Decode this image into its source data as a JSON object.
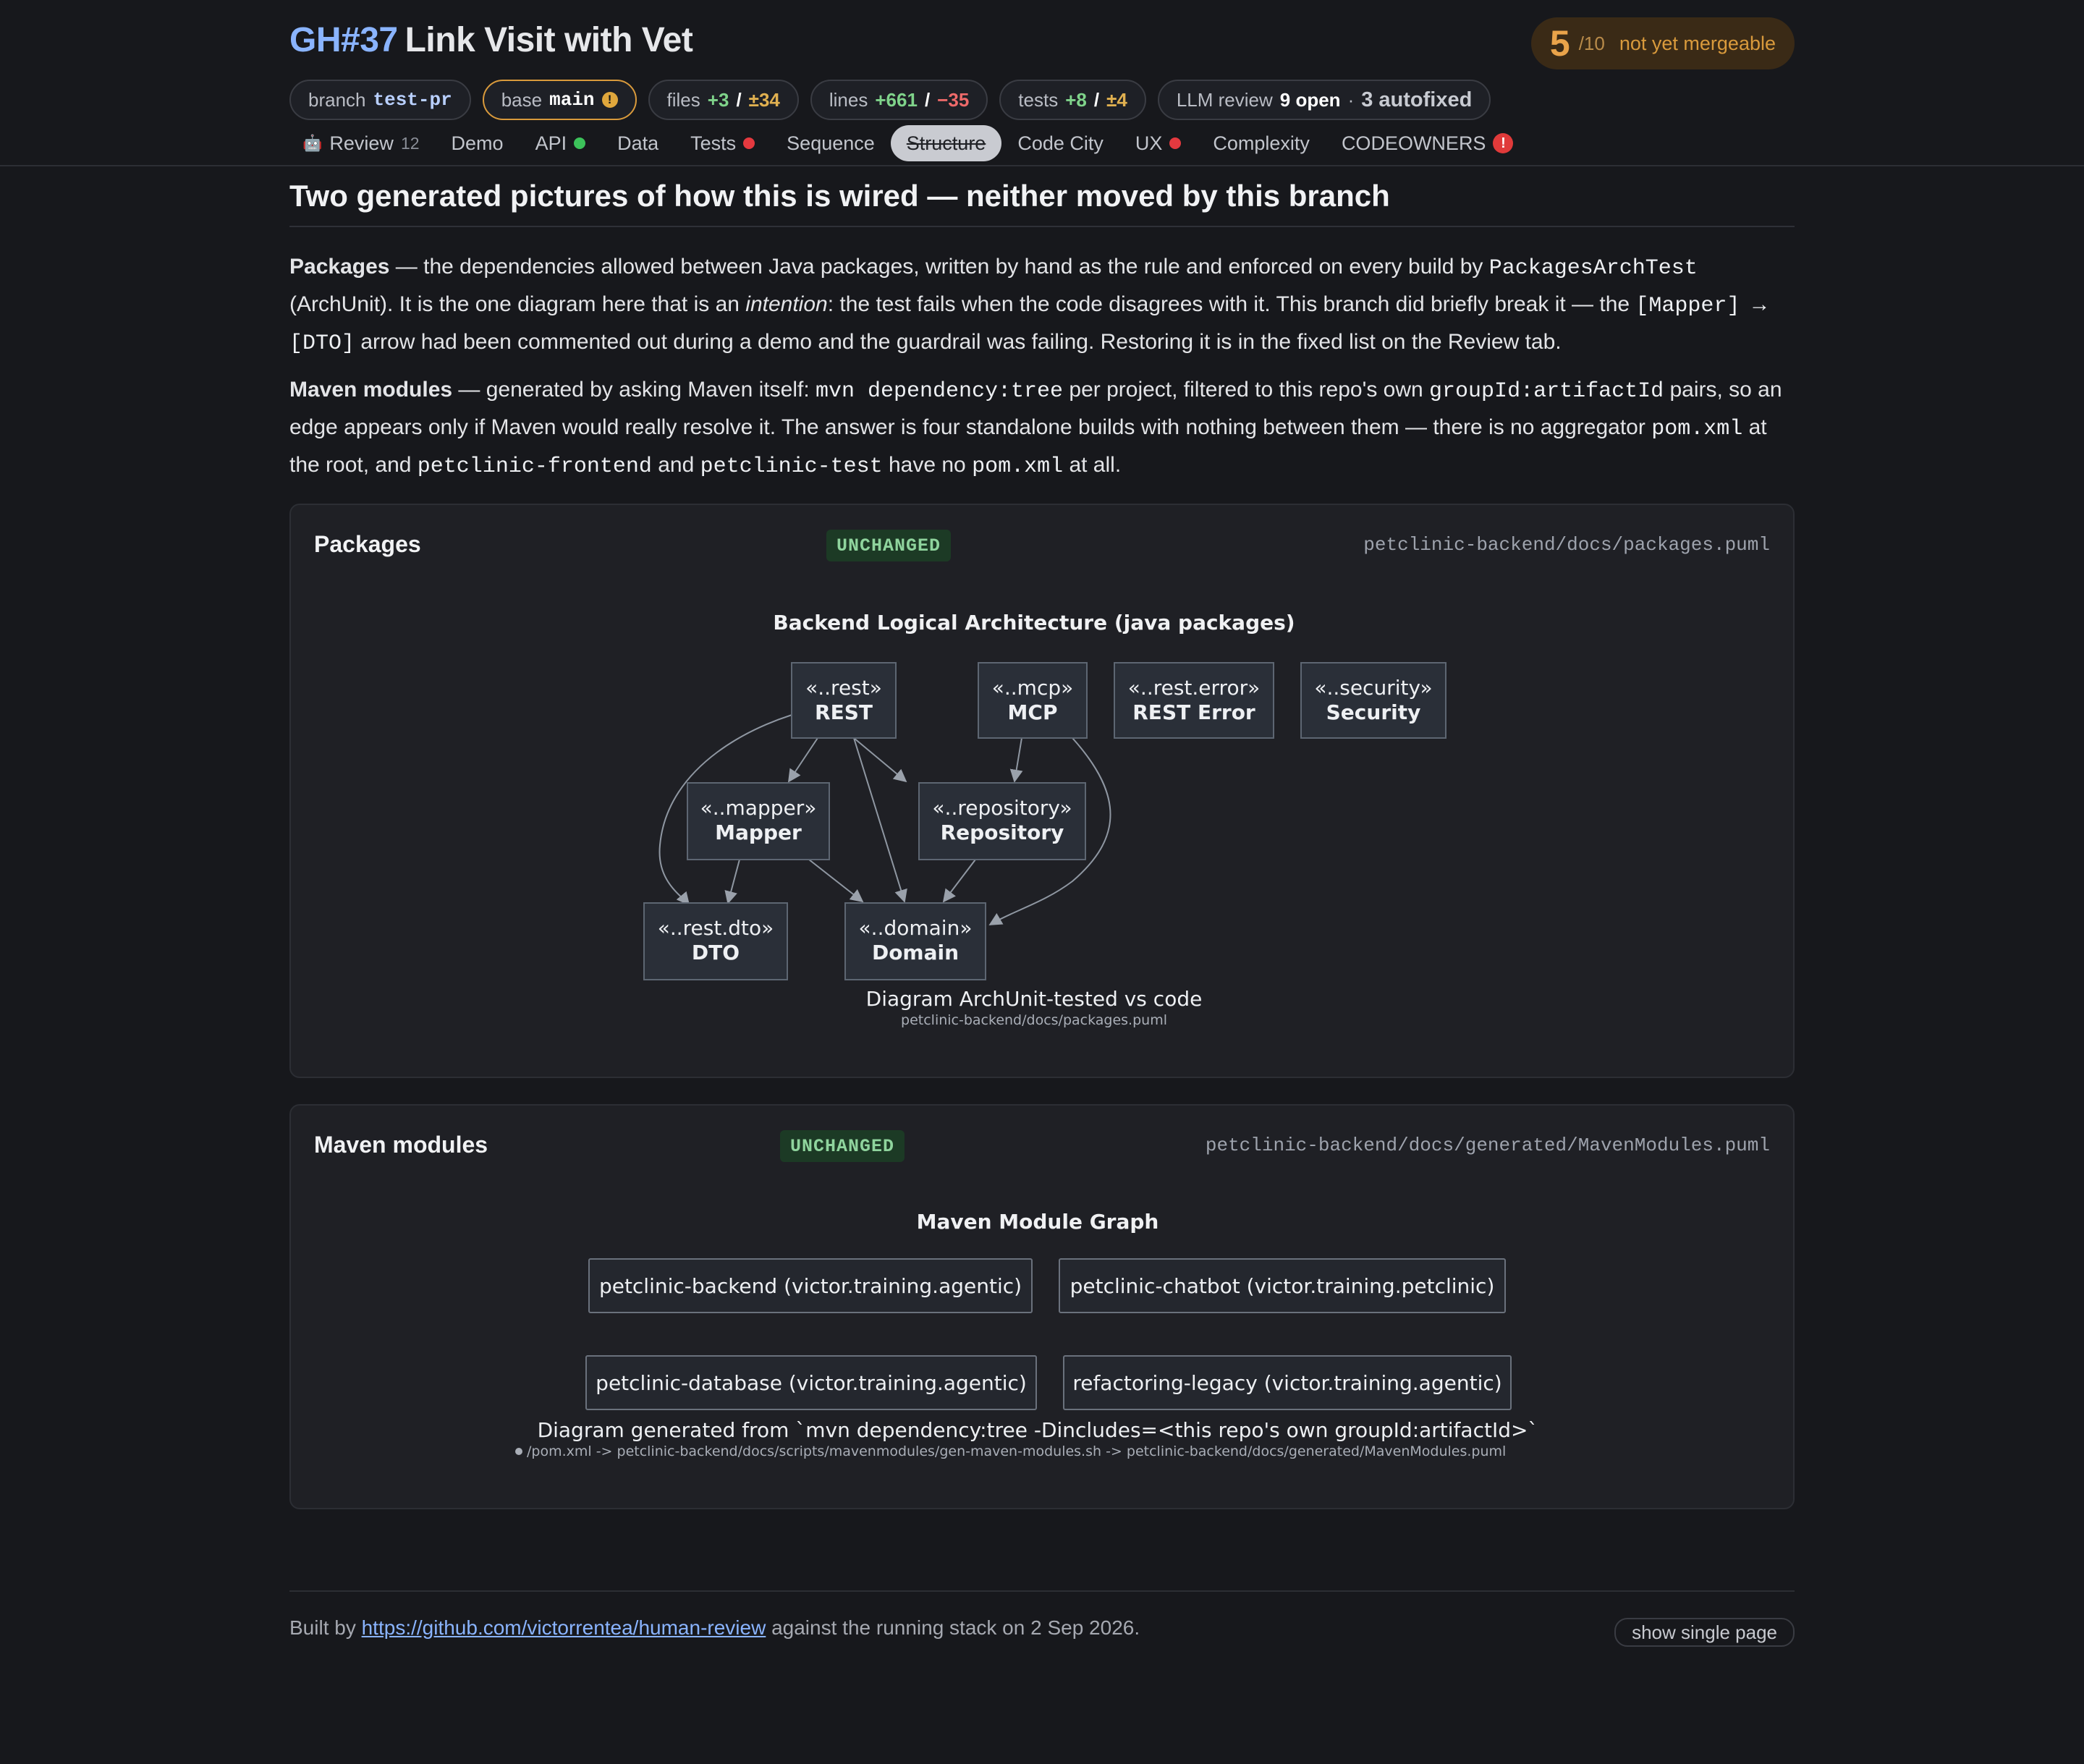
{
  "header": {
    "pr_number": "GH#37",
    "pr_title": "Link Visit with Vet",
    "score": "5",
    "score_of": "/10",
    "score_status": "not yet mergeable"
  },
  "chips": {
    "branch_label": "branch",
    "branch_value": "test-pr",
    "base_label": "base",
    "base_value": "main",
    "base_warn_icon": "!",
    "files_label": "files",
    "files_added": "+3",
    "files_sep": "/",
    "files_changed": "±34",
    "lines_label": "lines",
    "lines_added": "+661",
    "lines_sep": "/",
    "lines_removed": "−35",
    "tests_label": "tests",
    "tests_added": "+8",
    "tests_sep": "/",
    "tests_changed": "±4",
    "llm_label": "LLM review",
    "llm_open": "9 open",
    "llm_sep": "·",
    "llm_autofixed": "3 autofixed"
  },
  "tabs": {
    "review": "Review",
    "review_count": "12",
    "demo": "Demo",
    "api": "API",
    "data": "Data",
    "tests": "Tests",
    "sequence": "Sequence",
    "structure": "Structure",
    "code_city": "Code City",
    "ux": "UX",
    "complexity": "Complexity",
    "codeowners": "CODEOWNERS",
    "codeowners_alert": "!"
  },
  "main": {
    "heading": "Two generated pictures of how this is wired — neither moved by this branch",
    "p1": {
      "lead": "Packages",
      "t1": " — the dependencies allowed between Java packages, written by hand as the rule and enforced on every build by ",
      "code1": "PackagesArchTest",
      "t2": " (ArchUnit). It is the one diagram here that is an ",
      "em": "intention",
      "t3": ": the test fails when the code disagrees with it. This branch did briefly break it — the ",
      "code2": "[Mapper] → [DTO]",
      "t4": " arrow had been commented out during a demo and the guardrail was failing. Restoring it is in the fixed list on the Review tab."
    },
    "p2": {
      "lead": "Maven modules",
      "t1": " — generated by asking Maven itself: ",
      "code1": "mvn dependency:tree",
      "t2": " per project, filtered to this repo's own ",
      "code2": "groupId:artifactId",
      "t3": " pairs, so an edge appears only if Maven would really resolve it. The answer is four standalone builds with nothing between them — there is no aggregator ",
      "code3": "pom.xml",
      "t4": " at the root, and ",
      "code4": "petclinic-frontend",
      "t5": " and ",
      "code5": "petclinic-test",
      "t6": " have no ",
      "code6": "pom.xml",
      "t7": " at all."
    }
  },
  "packages_card": {
    "title": "Packages",
    "badge": "UNCHANGED",
    "path": "petclinic-backend/docs/packages.puml",
    "diagram_title": "Backend Logical Architecture (java packages)",
    "nodes": [
      {
        "stereo": "«..rest»",
        "name": "REST"
      },
      {
        "stereo": "«..mcp»",
        "name": "MCP"
      },
      {
        "stereo": "«..rest.error»",
        "name": "REST Error"
      },
      {
        "stereo": "«..security»",
        "name": "Security"
      },
      {
        "stereo": "«..mapper»",
        "name": "Mapper"
      },
      {
        "stereo": "«..repository»",
        "name": "Repository"
      },
      {
        "stereo": "«..rest.dto»",
        "name": "DTO"
      },
      {
        "stereo": "«..domain»",
        "name": "Domain"
      }
    ],
    "caption": "Diagram ArchUnit-tested vs code",
    "subcaption": "petclinic-backend/docs/packages.puml"
  },
  "maven_card": {
    "title": "Maven modules",
    "badge": "UNCHANGED",
    "path": "petclinic-backend/docs/generated/MavenModules.puml",
    "diagram_title": "Maven Module Graph",
    "modules": [
      "petclinic-backend (victor.training.agentic)",
      "petclinic-chatbot (victor.training.petclinic)",
      "petclinic-database (victor.training.agentic)",
      "refactoring-legacy (victor.training.agentic)"
    ],
    "caption": "Diagram generated from `mvn dependency:tree -Dincludes=<this repo's own groupId:artifactId>`",
    "subcaption": "/pom.xml -> petclinic-backend/docs/scripts/mavenmodules/gen-maven-modules.sh -> petclinic-backend/docs/generated/MavenModules.puml"
  },
  "footer": {
    "built_by": "Built by",
    "link": "https://github.com/victorrentea/human-review",
    "rest": "against the running stack on 2 Sep 2026.",
    "single_page": "show single page"
  },
  "colors": {
    "background": "#17181c",
    "card": "#1f2025",
    "accent_blue": "#8ab4ff",
    "score_amber": "#e9a34a",
    "status_green": "#3cc25a",
    "status_red": "#e5393f"
  }
}
